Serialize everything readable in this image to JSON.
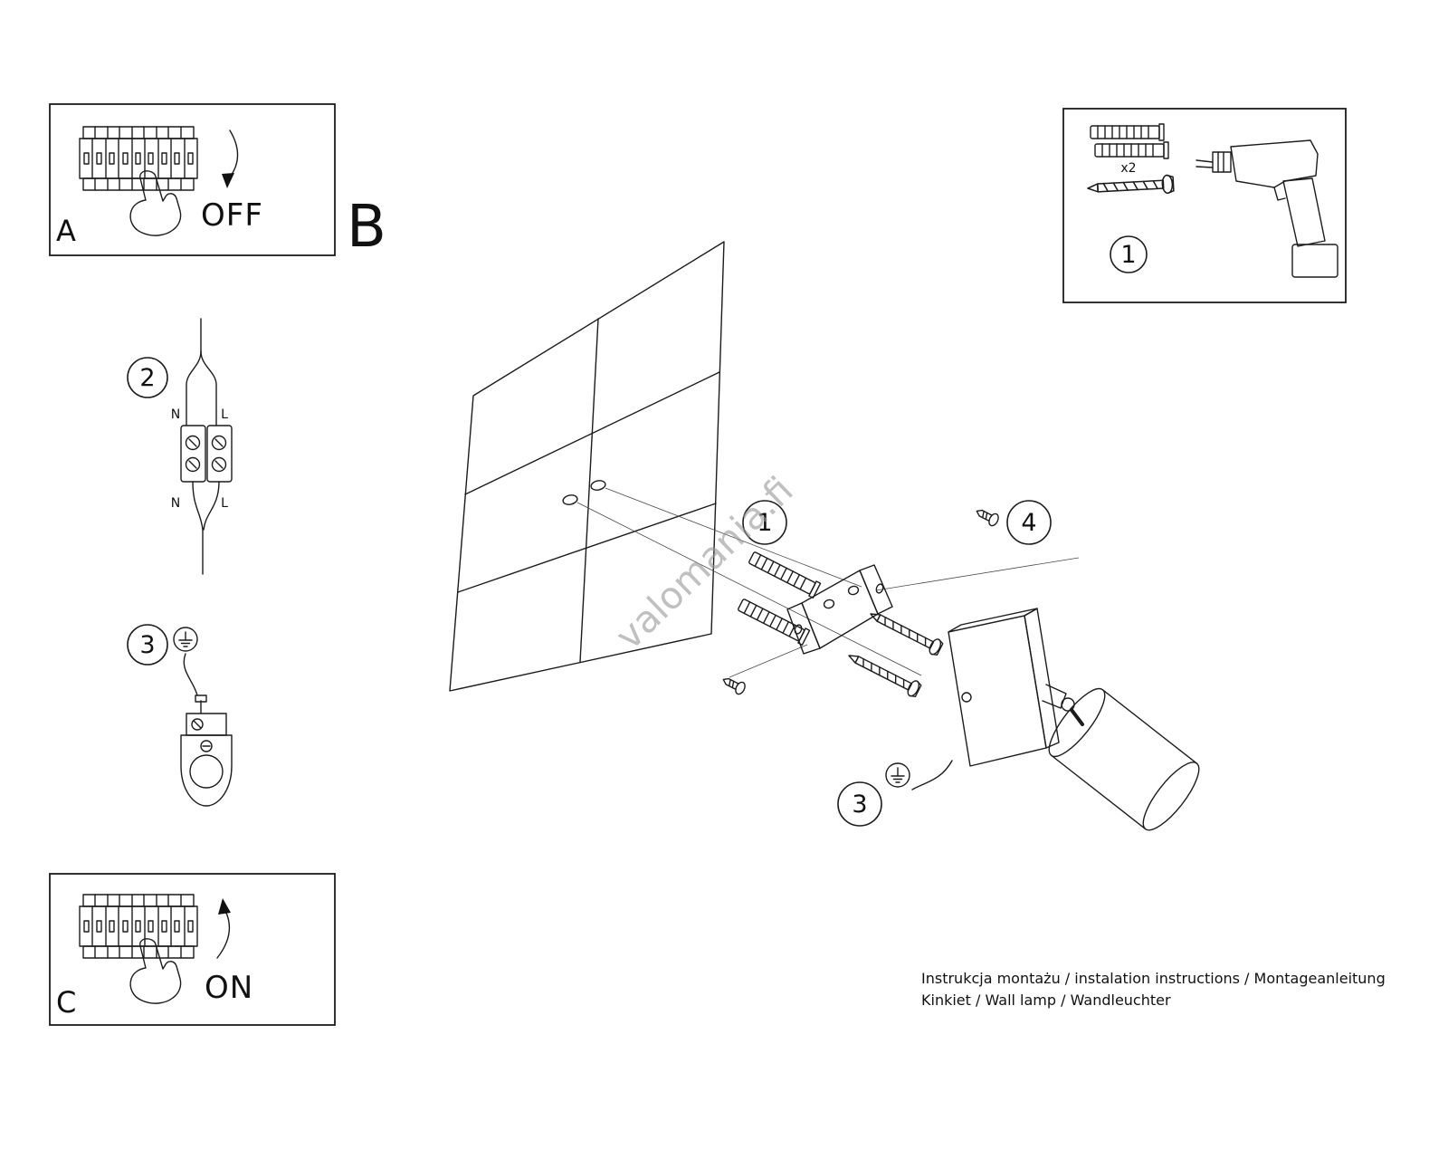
{
  "sheet": {
    "watermark": "valomania.fi",
    "background": "#ffffff",
    "line_color": "#1c1c1c"
  },
  "panel_a": {
    "label": "A",
    "state": "OFF"
  },
  "panel_b": {
    "label": "B"
  },
  "panel_c": {
    "label": "C",
    "state": "ON"
  },
  "hardware_box": {
    "step": "1",
    "quantity": "x2"
  },
  "wiring": {
    "step": "2",
    "n_top": "N",
    "l_top": "L",
    "n_bottom": "N",
    "l_bottom": "L"
  },
  "ground_step": {
    "step": "3"
  },
  "main_view": {
    "step_drill": "1",
    "step_ground": "3",
    "step_setscrew": "4"
  },
  "footer": {
    "line1": "Instrukcja montażu / instalation instructions / Montageanleitung",
    "line2": "Kinkiet / Wall lamp / Wandleuchter"
  }
}
